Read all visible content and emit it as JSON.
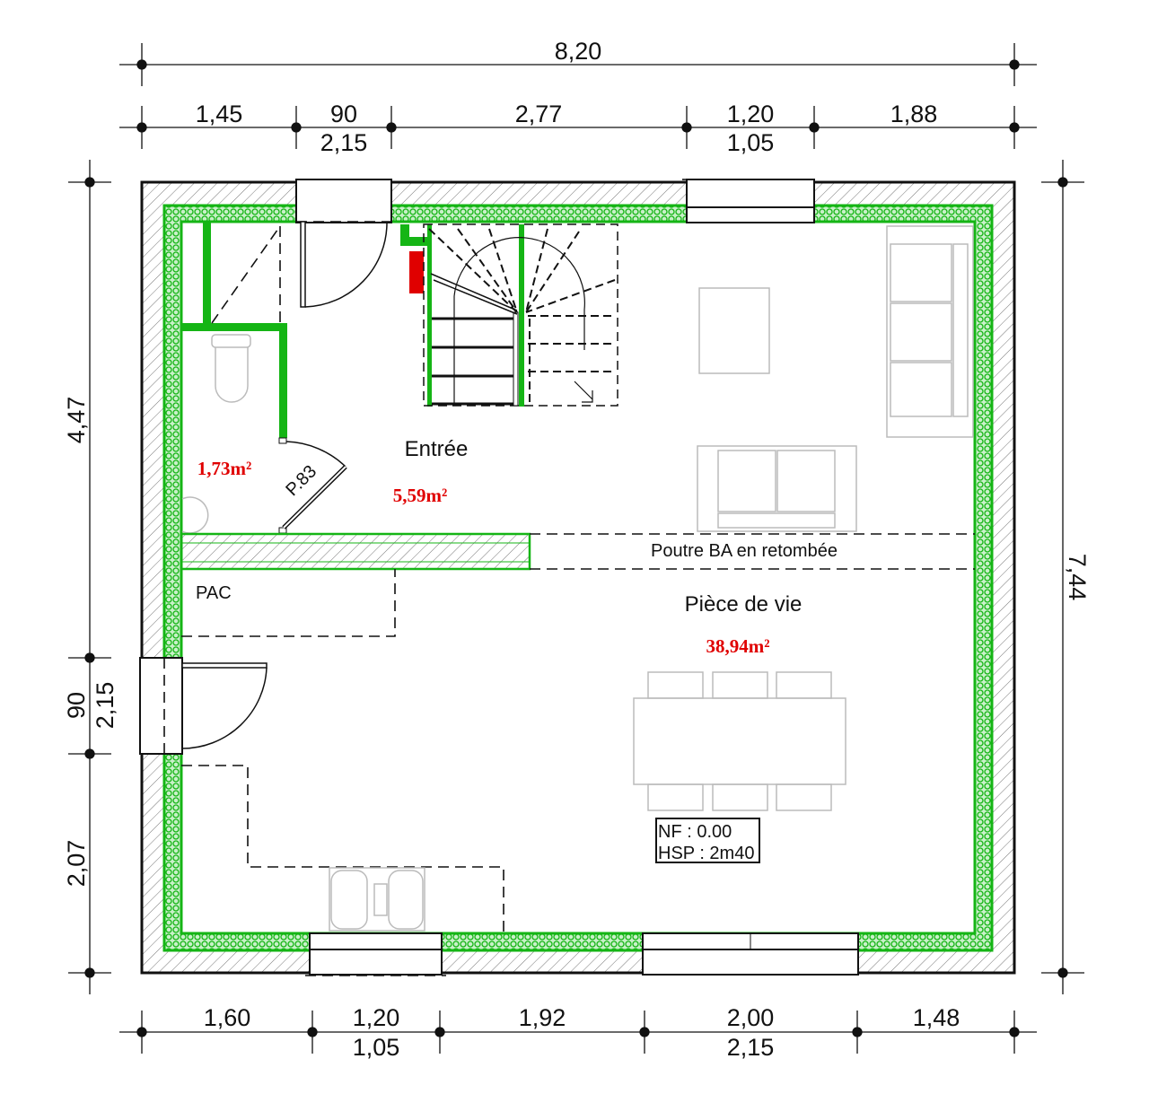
{
  "colors": {
    "insulation": "#15b515",
    "area_text": "#e00000",
    "chimney": "#e00000"
  },
  "dimensions": {
    "top_total": "8,20",
    "top": [
      "1,45",
      "90",
      "2,77",
      "1,20",
      "1,88"
    ],
    "top_sub": [
      "2,15",
      "1,05"
    ],
    "left": [
      "4,47",
      "90",
      "2,07"
    ],
    "left_sub": "2,15",
    "right_total": "7,44",
    "bottom": [
      "1,60",
      "1,20",
      "1,92",
      "2,00",
      "1,48"
    ],
    "bottom_sub": [
      "1,05",
      "2,15"
    ]
  },
  "rooms": {
    "entree": {
      "label": "Entrée",
      "area": "5,59m²"
    },
    "wc": {
      "area": "1,73m²",
      "door": "P.83"
    },
    "beam": "Poutre BA en retombée",
    "pac": "PAC",
    "living": {
      "label": "Pièce de vie",
      "area": "38,94m²"
    }
  },
  "level_box": {
    "nf": "NF : 0.00",
    "hsp": "HSP : 2m40"
  }
}
